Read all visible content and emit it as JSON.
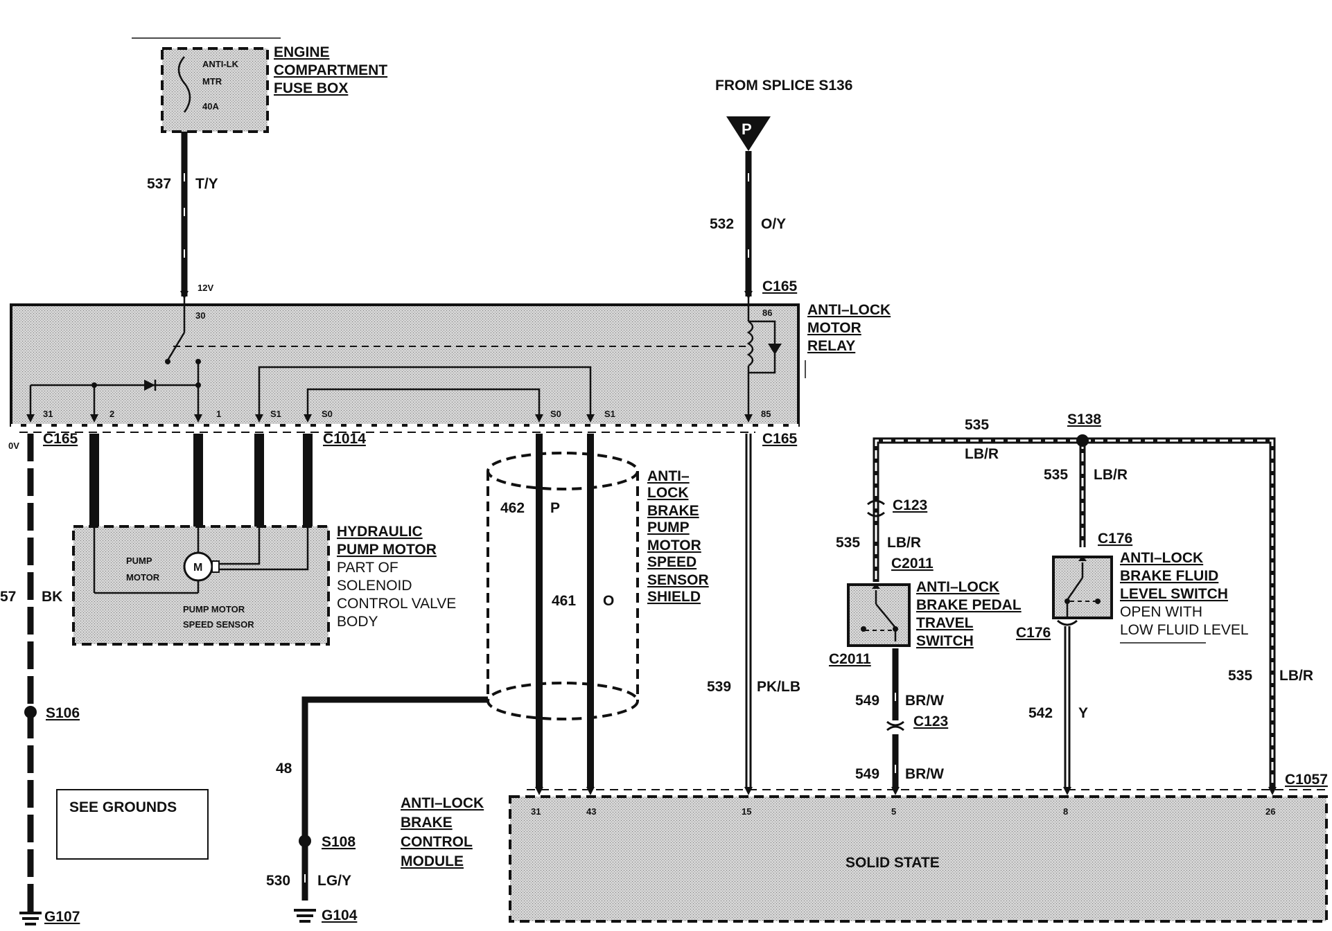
{
  "fuse_box": {
    "title_lines": [
      "ENGINE",
      "COMPARTMENT",
      "FUSE BOX"
    ],
    "fuse_lines": [
      "ANTI-LK",
      "MTR",
      "40A"
    ]
  },
  "relay": {
    "title_lines": [
      "ANTI–LOCK",
      "MOTOR",
      "RELAY"
    ],
    "pins": {
      "p30": "30",
      "p86": "86",
      "p85": "85",
      "p31": "31",
      "p2": "2",
      "p1": "1",
      "pS1a": "S1",
      "pS0a": "S0",
      "pS0b": "S0",
      "pS1b": "S1"
    },
    "volt_12": "12V",
    "volt_0": "0V"
  },
  "splice_top": {
    "text": "FROM SPLICE S136",
    "badge": "P"
  },
  "pump": {
    "title_lines": [
      "HYDRAULIC",
      "PUMP MOTOR"
    ],
    "desc_lines": [
      "PART OF",
      "SOLENOID",
      "CONTROL VALVE",
      "BODY"
    ],
    "inner_label_lines": [
      "PUMP",
      "MOTOR"
    ],
    "motor_symbol": "M",
    "sensor_lines": [
      "PUMP MOTOR",
      "SPEED SENSOR"
    ]
  },
  "shield": {
    "title_lines": [
      "ANTI–",
      "LOCK",
      "BRAKE",
      "PUMP",
      "MOTOR",
      "SPEED",
      "SENSOR",
      "SHIELD"
    ]
  },
  "module": {
    "title_lines": [
      "ANTI–LOCK",
      "BRAKE",
      "CONTROL",
      "MODULE"
    ],
    "body": "SOLID STATE",
    "pins": {
      "p31": "31",
      "p43": "43",
      "p15": "15",
      "p5": "5",
      "p8": "8",
      "p26": "26"
    },
    "connector": "C1057"
  },
  "pedal_switch": {
    "title_lines": [
      "ANTI–LOCK",
      "BRAKE PEDAL",
      "TRAVEL",
      "SWITCH"
    ]
  },
  "fluid_switch": {
    "title_lines": [
      "ANTI–LOCK",
      "BRAKE FLUID",
      "LEVEL SWITCH"
    ],
    "desc_lines": [
      "OPEN WITH",
      "LOW FLUID  LEVEL"
    ]
  },
  "see_grounds": "SEE GROUNDS",
  "connectors": {
    "c165_top": "C165",
    "c165_left": "C165",
    "c165_right": "C165",
    "c1014": "C1014",
    "c123_a": "C123",
    "c2011_a": "C2011",
    "c2011_b": "C2011",
    "c123_b": "C123",
    "c176_a": "C176",
    "c176_b": "C176"
  },
  "splices": {
    "s106": "S106",
    "s108": "S108",
    "s138": "S138"
  },
  "grounds": {
    "g107": "G107",
    "g104": "G104"
  },
  "wires": {
    "w537": {
      "num": "537",
      "color": "T/Y"
    },
    "w532": {
      "num": "532",
      "color": "O/Y"
    },
    "w57": {
      "num": "57",
      "color": "BK"
    },
    "w462": {
      "num": "462",
      "color": "P"
    },
    "w461": {
      "num": "461",
      "color": "O"
    },
    "w48": {
      "num": "48"
    },
    "w530": {
      "num": "530",
      "color": "LG/Y"
    },
    "w539": {
      "num": "539",
      "color": "PK/LB"
    },
    "w535_top": {
      "num": "535",
      "color": "LB/R"
    },
    "w535_mid": {
      "num": "535",
      "color": "LB/R"
    },
    "w535_left": {
      "num": "535",
      "color": "LB/R"
    },
    "w535_right": {
      "num": "535",
      "color": "LB/R"
    },
    "w549_a": {
      "num": "549",
      "color": "BR/W"
    },
    "w549_b": {
      "num": "549",
      "color": "BR/W"
    },
    "w542": {
      "num": "542",
      "color": "Y"
    }
  }
}
